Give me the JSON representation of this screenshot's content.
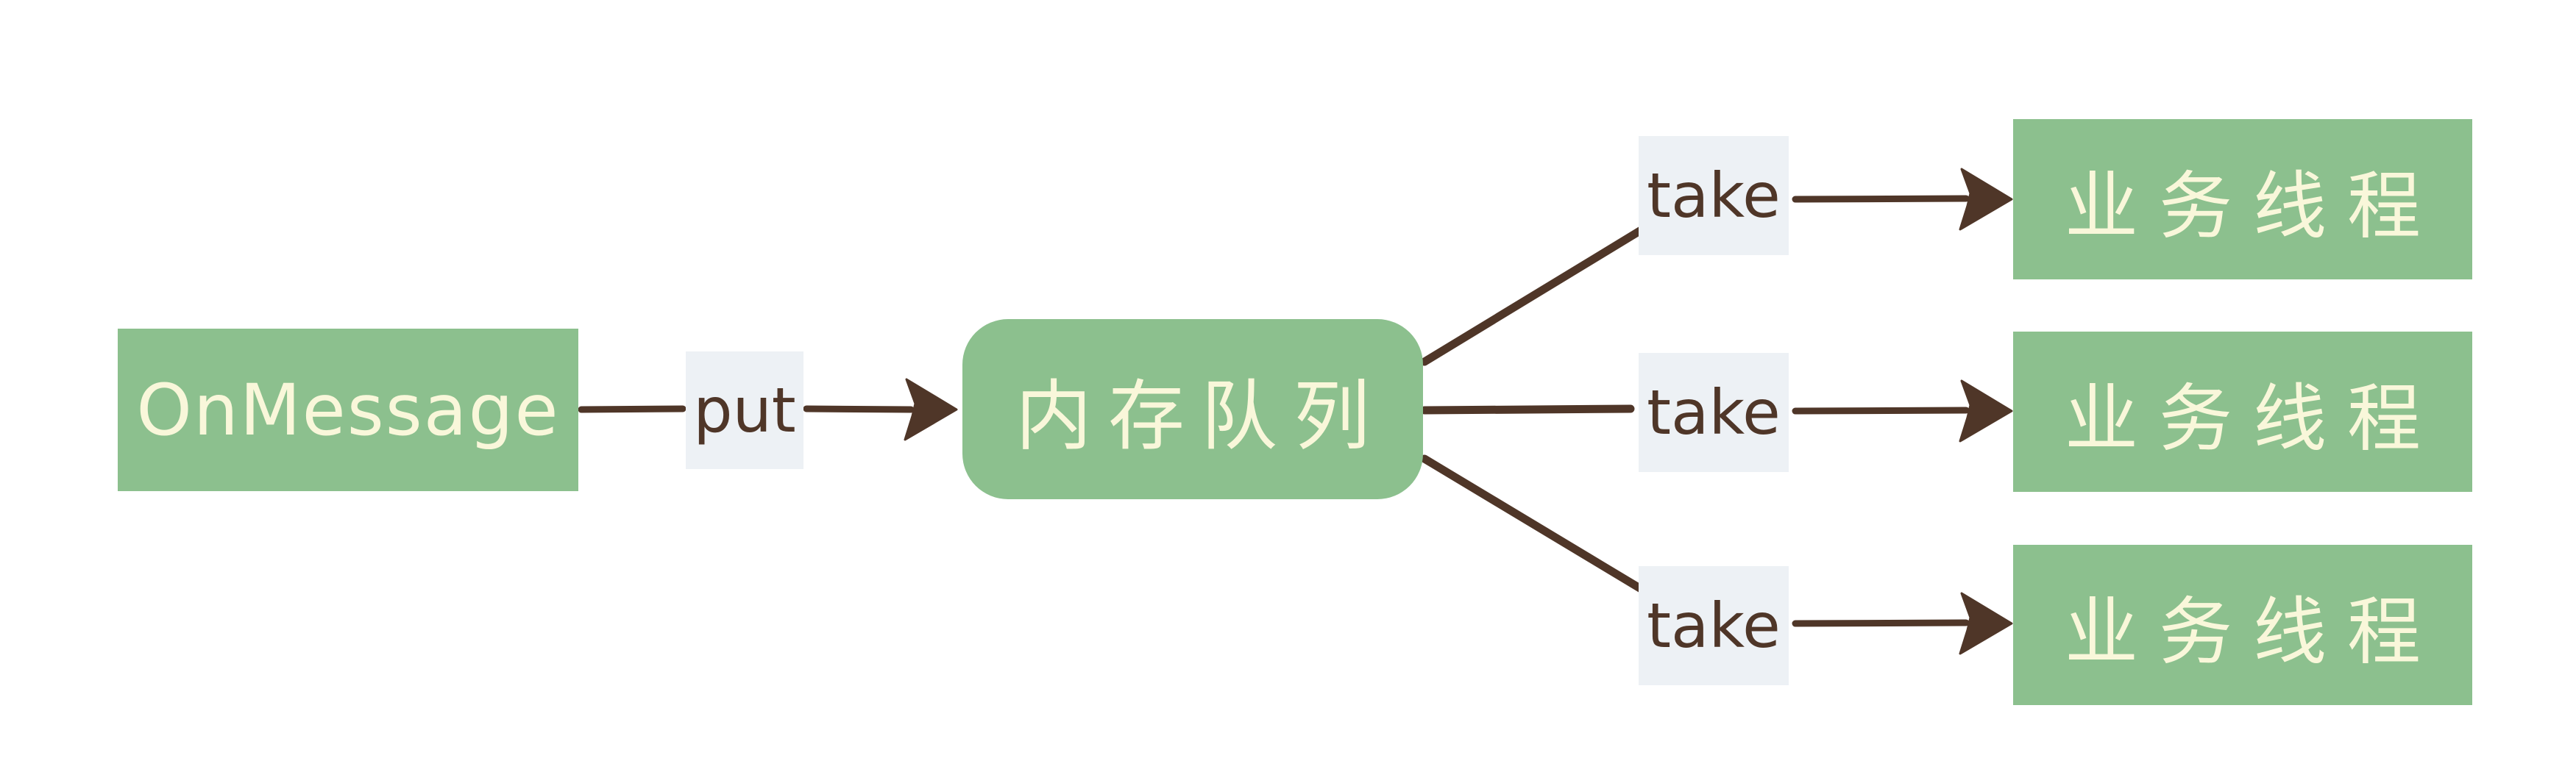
{
  "diagram": {
    "title_hint": "message queue hand-off flow",
    "nodes": {
      "producer": {
        "label": "OnMessage"
      },
      "queue": {
        "label": "内存队列"
      },
      "workers": [
        {
          "label": "业务线程"
        },
        {
          "label": "业务线程"
        },
        {
          "label": "业务线程"
        }
      ]
    },
    "edge_labels": {
      "put": "put",
      "takes": [
        "take",
        "take",
        "take"
      ]
    }
  },
  "colors": {
    "node_green": "#8cc08e",
    "node_text_cream": "#f9f7da",
    "edge_brown": "#4f3628",
    "label_bg": "#edf1f5",
    "page_bg": "#ffffff"
  }
}
